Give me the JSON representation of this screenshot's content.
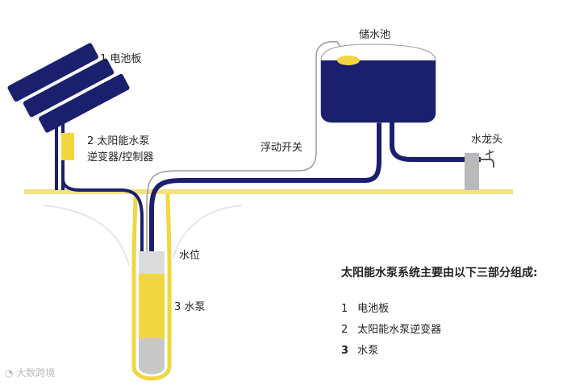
{
  "labels": {
    "panel": "1  电池板",
    "inverter_line1": "2  太阳能水泵",
    "inverter_line2": "逆变器/控制器",
    "tank": "储水池",
    "float_switch": "浮动开关",
    "faucet": "水龙头",
    "water_level": "水位",
    "pump": "3 水泵"
  },
  "summary": {
    "heading": "太阳能水泵系统主要由以下三部分组成:",
    "items": [
      {
        "num": "1",
        "text": "电池板"
      },
      {
        "num": "2",
        "text": "太阳能水泵逆变器"
      },
      {
        "num": "3",
        "text": "水泵"
      }
    ]
  },
  "watermark": "大数跨境",
  "colors": {
    "navy": "#1a1f6e",
    "yellow": "#f2d640",
    "ground": "#f3e184",
    "water": "#1a1f6e",
    "faucet_gray": "#b9b9b9",
    "pump_gray": "#c8c8c8"
  }
}
